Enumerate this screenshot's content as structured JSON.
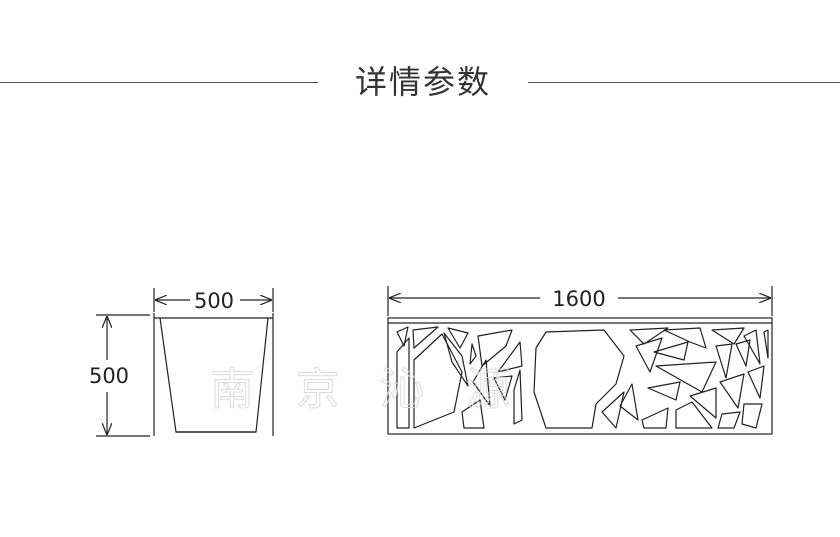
{
  "header": {
    "title": "详情参数"
  },
  "drawing": {
    "front_view": {
      "width_label": "500",
      "height_label": "500"
    },
    "side_view": {
      "length_label": "1600"
    }
  },
  "watermark": {
    "chars": [
      "南",
      "京",
      "沁",
      "源"
    ]
  },
  "colors": {
    "line": "#222222",
    "rule": "#555555",
    "text": "#333333",
    "watermark": "#d8d8d8"
  }
}
